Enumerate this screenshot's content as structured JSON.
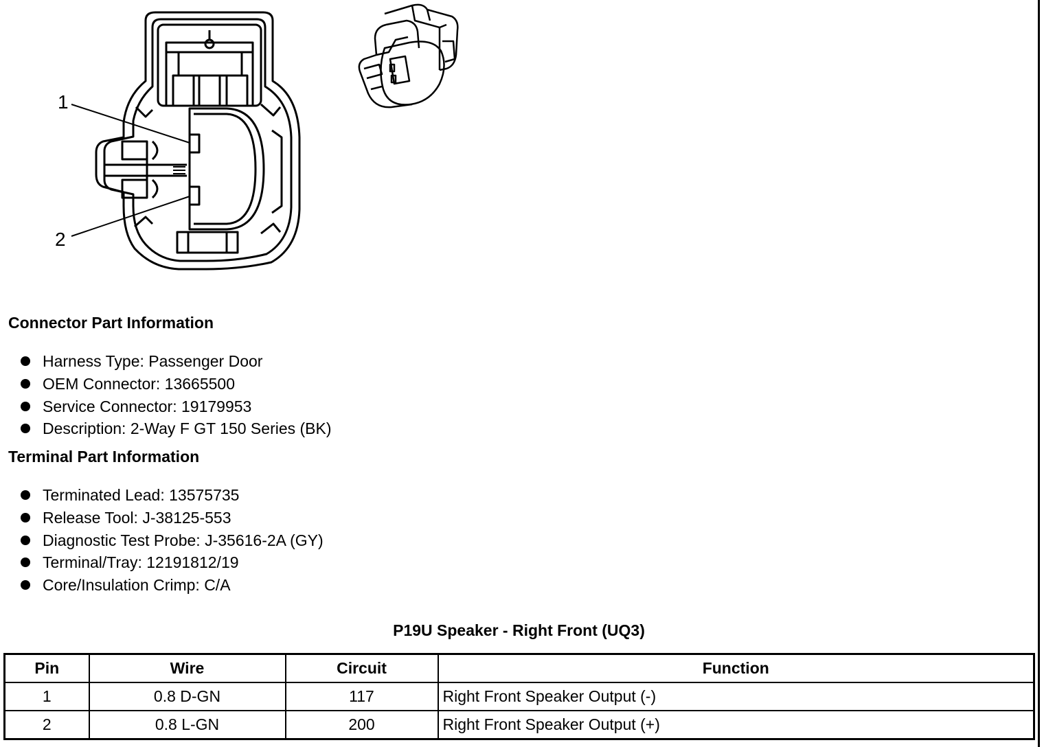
{
  "diagram": {
    "pin_labels": [
      "1",
      "2"
    ]
  },
  "connector_info": {
    "heading": "Connector Part Information",
    "items": [
      "Harness Type: Passenger Door",
      "OEM Connector: 13665500",
      "Service Connector: 19179953",
      "Description: 2-Way F GT 150 Series (BK)"
    ]
  },
  "terminal_info": {
    "heading": "Terminal Part Information",
    "items": [
      "Terminated Lead: 13575735",
      "Release Tool: J-38125-553",
      "Diagnostic Test Probe: J-35616-2A (GY)",
      "Terminal/Tray: 12191812/19",
      "Core/Insulation Crimp: C/A"
    ]
  },
  "pinout_table": {
    "title": "P19U Speaker - Right Front (UQ3)",
    "headers": [
      "Pin",
      "Wire",
      "Circuit",
      "Function"
    ],
    "rows": [
      [
        "1",
        "0.8 D-GN",
        "117",
        "Right Front Speaker Output (-)"
      ],
      [
        "2",
        "0.8 L-GN",
        "200",
        "Right Front Speaker Output (+)"
      ]
    ]
  }
}
